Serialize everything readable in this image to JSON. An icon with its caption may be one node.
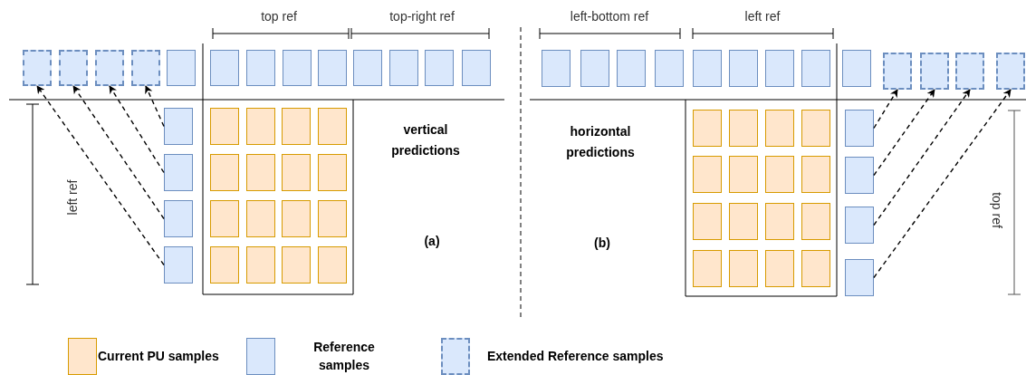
{
  "diagram": {
    "nodes": [
      {
        "text": [],
        "shape": "box"
      },
      {
        "text": [],
        "shape": "box"
      },
      {
        "text": [],
        "shape": "box"
      },
      {
        "text": [],
        "shape": "box"
      },
      {
        "text": [],
        "shape": "box"
      },
      {
        "text": [],
        "shape": "box"
      },
      {
        "text": [],
        "shape": "box"
      },
      {
        "text": [],
        "shape": "box"
      },
      {
        "text": [],
        "shape": "box"
      },
      {
        "text": [],
        "shape": "box"
      },
      {
        "text": [],
        "shape": "box"
      },
      {
        "text": [],
        "shape": "box"
      },
      {
        "text": [],
        "shape": "box"
      },
      {
        "text": [],
        "shape": "box"
      },
      {
        "text": [],
        "shape": "box"
      },
      {
        "text": [],
        "shape": "box"
      },
      {
        "text": [],
        "shape": "box"
      },
      {
        "text": [],
        "shape": "box"
      },
      {
        "text": [],
        "shape": "box"
      },
      {
        "text": [],
        "shape": "box"
      },
      {
        "text": [],
        "shape": "box"
      },
      {
        "text": [],
        "shape": "box"
      },
      {
        "text": [],
        "shape": "box"
      },
      {
        "text": [],
        "shape": "box"
      },
      {
        "text": [],
        "shape": "box"
      },
      {
        "text": [],
        "shape": "box"
      },
      {
        "text": [],
        "shape": "box"
      },
      {
        "text": [],
        "shape": "box"
      },
      {
        "text": [],
        "shape": "box"
      },
      {
        "text": [],
        "shape": "box"
      },
      {
        "text": [],
        "shape": "box"
      },
      {
        "text": [],
        "shape": "box"
      },
      {
        "text": [],
        "shape": "box"
      },
      {
        "text": [],
        "shape": "box"
      },
      {
        "text": [],
        "shape": "box"
      },
      {
        "text": [],
        "shape": "box"
      },
      {
        "text": [],
        "shape": "box"
      },
      {
        "text": [],
        "shape": "box"
      },
      {
        "text": [],
        "shape": "box"
      },
      {
        "text": [],
        "shape": "box"
      },
      {
        "text": [],
        "shape": "box"
      },
      {
        "text": [],
        "shape": "box"
      },
      {
        "text": [],
        "shape": "box"
      },
      {
        "text": [],
        "shape": "box"
      },
      {
        "text": [],
        "shape": "box"
      },
      {
        "text": [],
        "shape": "box"
      },
      {
        "text": [],
        "shape": "box"
      },
      {
        "text": [],
        "shape": "box"
      },
      {
        "text": [],
        "shape": "box"
      },
      {
        "text": [],
        "shape": "box"
      },
      {
        "text": [],
        "shape": "box"
      },
      {
        "text": [],
        "shape": "box"
      },
      {
        "text": [],
        "shape": "box"
      },
      {
        "text": [],
        "shape": "box"
      },
      {
        "text": [],
        "shape": "box"
      },
      {
        "text": [],
        "shape": "box"
      },
      {
        "text": [],
        "shape": "box"
      },
      {
        "text": [],
        "shape": "box"
      },
      {
        "text": [],
        "shape": "box"
      },
      {
        "text": [],
        "shape": "box"
      },
      {
        "text": [],
        "shape": "box"
      },
      {
        "text": [],
        "shape": "box"
      },
      {
        "text": [],
        "shape": "box"
      },
      {
        "text": [],
        "shape": "box"
      },
      {
        "text": [],
        "shape": "box"
      },
      {
        "text": [],
        "shape": "box"
      }
    ],
    "edges": [
      {
        "from": 16,
        "to": 0,
        "arrow": "to",
        "style": "dashed"
      },
      {
        "from": 15,
        "to": 1,
        "arrow": "to",
        "style": "dashed"
      },
      {
        "from": 14,
        "to": 2,
        "arrow": "to",
        "style": "dashed"
      },
      {
        "from": 13,
        "to": 3,
        "arrow": "to",
        "style": "dashed"
      },
      {
        "from": 46,
        "to": 42,
        "arrow": "to",
        "style": "dashed"
      },
      {
        "from": 47,
        "to": 43,
        "arrow": "to",
        "style": "dashed"
      },
      {
        "from": 48,
        "to": 44,
        "arrow": "to",
        "style": "dashed"
      },
      {
        "from": 49,
        "to": 45,
        "arrow": "to",
        "style": "dashed"
      }
    ],
    "labels": [
      "top ref",
      "top-right ref",
      "left-bottom ref",
      "left ref",
      "vertical predictions",
      "horizontal predictions",
      "left ref",
      "top ref",
      "(a)",
      "(b)"
    ],
    "legend": [
      {
        "text": "Current PU samples",
        "color": "#ffe6cc"
      },
      {
        "text": "Reference samples",
        "color": "#dae8fc"
      },
      {
        "text": "Extended Reference samples"
      }
    ]
  }
}
